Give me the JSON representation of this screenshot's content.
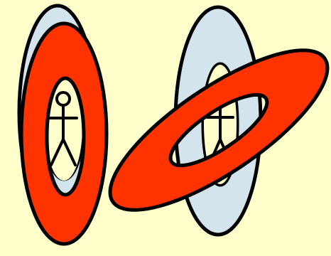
{
  "colors": {
    "background": "#FFFFCC",
    "ring_red": "#FF3300",
    "ring_light_blue": "#D3E4EC",
    "inner_fill": "#FFFFCC",
    "stroke": "#000000"
  },
  "scenes": [
    {
      "name": "left-ring-pair",
      "rings": [
        "light-blue-ring",
        "red-ring"
      ],
      "figure": "stick-figure-icon"
    },
    {
      "name": "right-ring-pair",
      "rings": [
        "light-blue-ring",
        "red-ring-tilted"
      ],
      "figure": "stick-figure-icon"
    }
  ]
}
